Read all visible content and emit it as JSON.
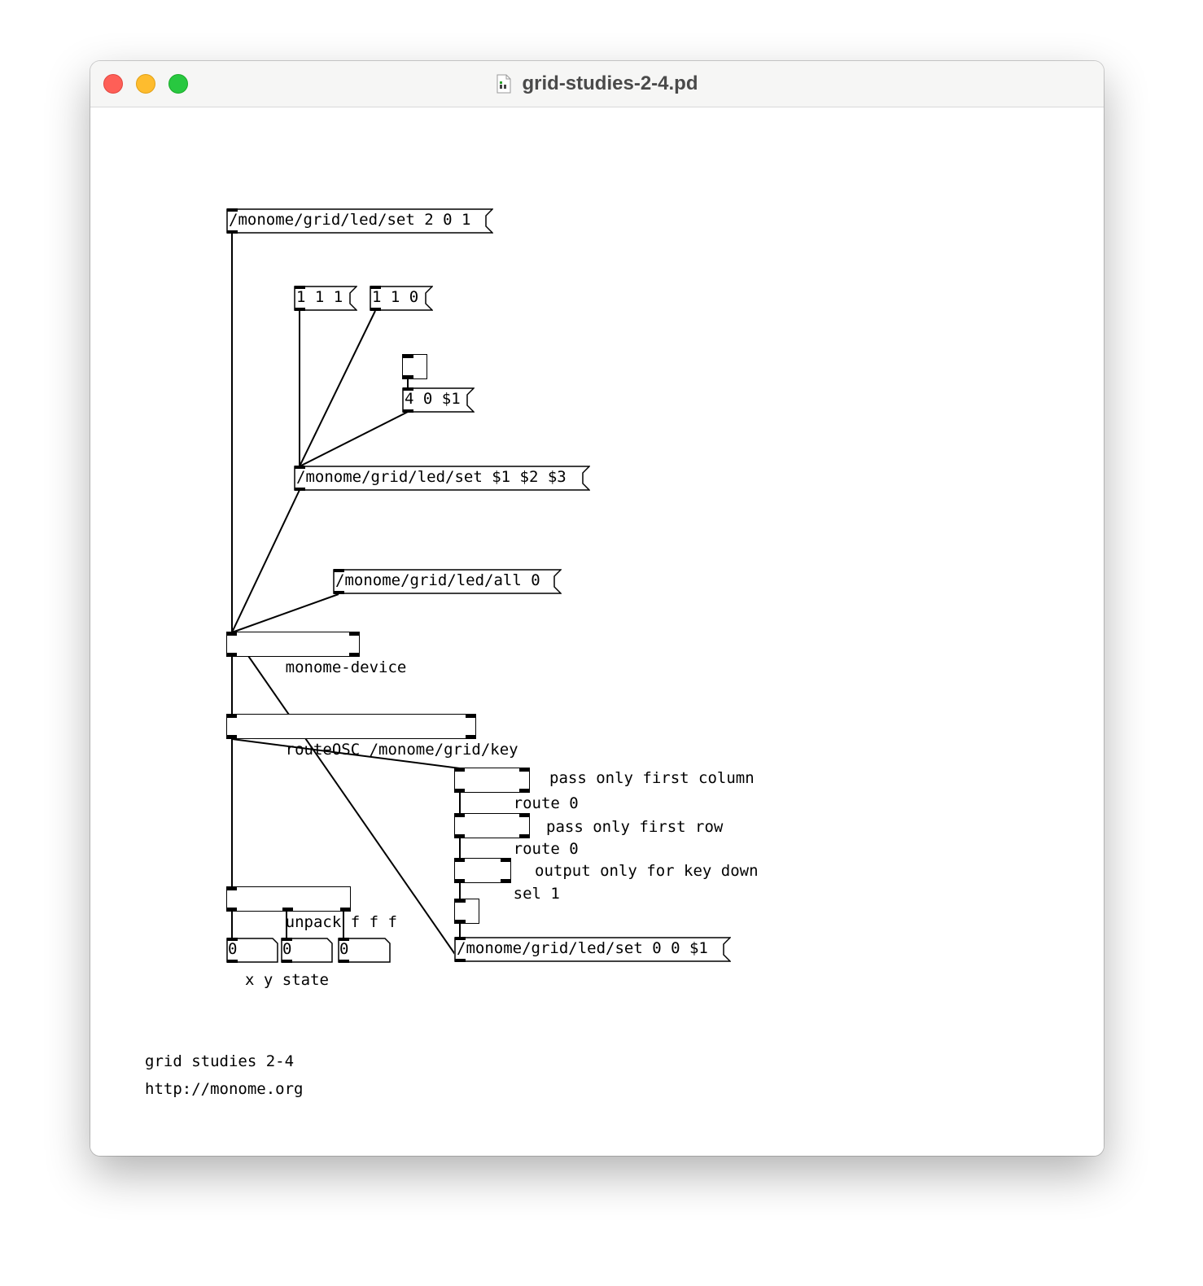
{
  "window": {
    "title": "grid-studies-2-4.pd",
    "file_icon": "pd-document-icon"
  },
  "patch": {
    "messages": {
      "led_set_201": "/monome/grid/led/set 2 0 1",
      "msg_111": "1 1 1",
      "msg_110": "1 1 0",
      "msg_40": "4 0 $1",
      "led_set_vars": "/monome/grid/led/set $1 $2 $3",
      "led_all_0": "/monome/grid/led/all 0",
      "led_set_00": "/monome/grid/led/set 0 0 $1"
    },
    "objects": {
      "monome_device": "monome-device",
      "route_osc": "routeOSC /monome/grid/key",
      "route_col": "route 0",
      "route_row": "route 0",
      "sel": "sel 1",
      "unpack": "unpack f f f"
    },
    "atoms": {
      "x": "0",
      "y": "0",
      "state": "0"
    },
    "comments": {
      "first_column": "pass only first column",
      "first_row": "pass only first row",
      "key_down": "output only for key down",
      "xy_state": "x y state",
      "footer_title": "grid studies 2-4",
      "footer_url": "http://monome.org"
    }
  }
}
